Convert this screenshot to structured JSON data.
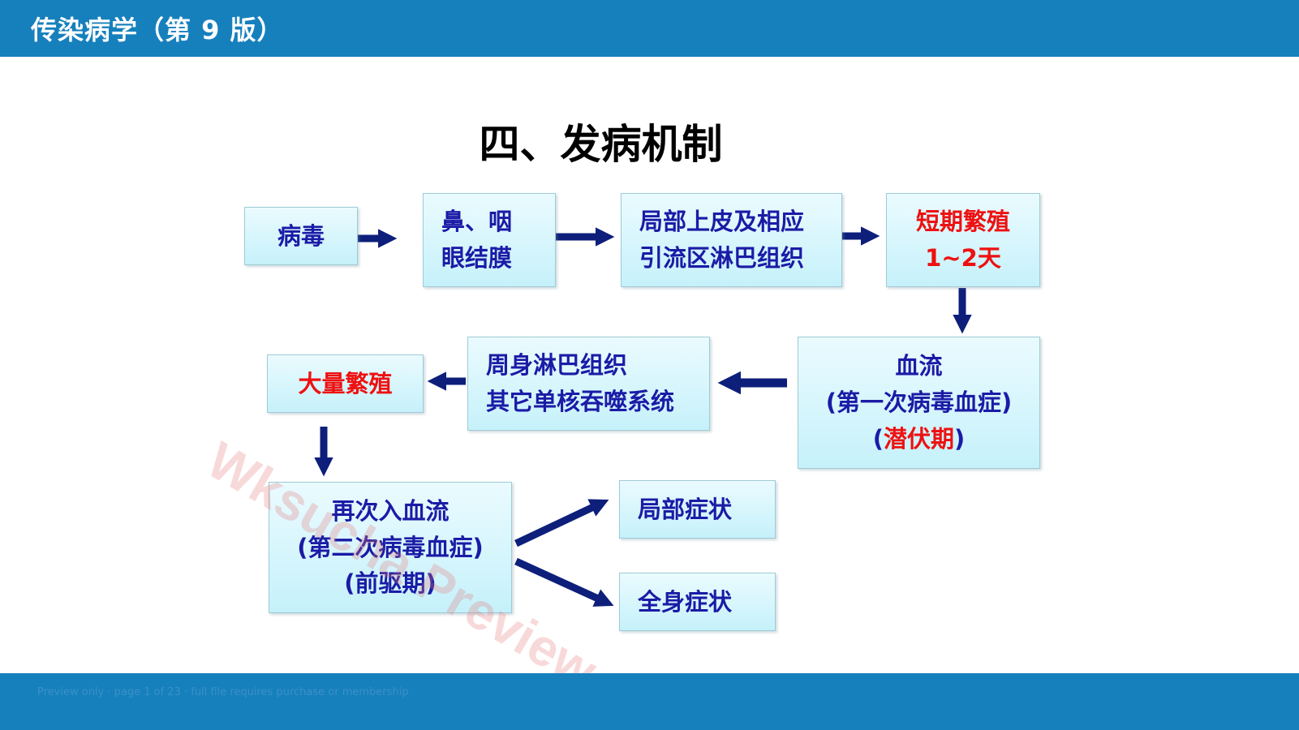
{
  "header": {
    "title": "传染病学（第 9 版）"
  },
  "slide": {
    "title": "四、发病机制"
  },
  "diagram": {
    "nodes": {
      "virus": {
        "line1": "病毒"
      },
      "nose_throat": {
        "line1": "鼻、咽",
        "line2": "眼结膜"
      },
      "local_epithelium": {
        "line1": "局部上皮及相应",
        "line2": "引流区淋巴组织"
      },
      "short_replication": {
        "line1": "短期繁殖",
        "line2": "1~2天"
      },
      "blood_first": {
        "line1": "血流",
        "line2": "(第一次病毒血症)",
        "line3_open": "(",
        "line3_red": "潜伏期",
        "line3_close": ")"
      },
      "lymph_system": {
        "line1": "周身淋巴组织",
        "line2": "其它单核吞噬系统"
      },
      "mass_replication": {
        "line1": "大量繁殖"
      },
      "blood_second": {
        "line1": "再次入血流",
        "line2": "(第二次病毒血症)",
        "line3": "(前驱期)"
      },
      "local_symptoms": {
        "line1": "局部症状"
      },
      "systemic_symptoms": {
        "line1": "全身症状"
      }
    },
    "colors": {
      "box_text": "#1b1ba6",
      "highlight": "#ee1111",
      "arrow": "#0d1f7a"
    }
  },
  "watermark": {
    "text": "Wksucha Preview"
  },
  "footer": {
    "note": "Preview only · page 1 of 23 · full file requires purchase or membership"
  }
}
